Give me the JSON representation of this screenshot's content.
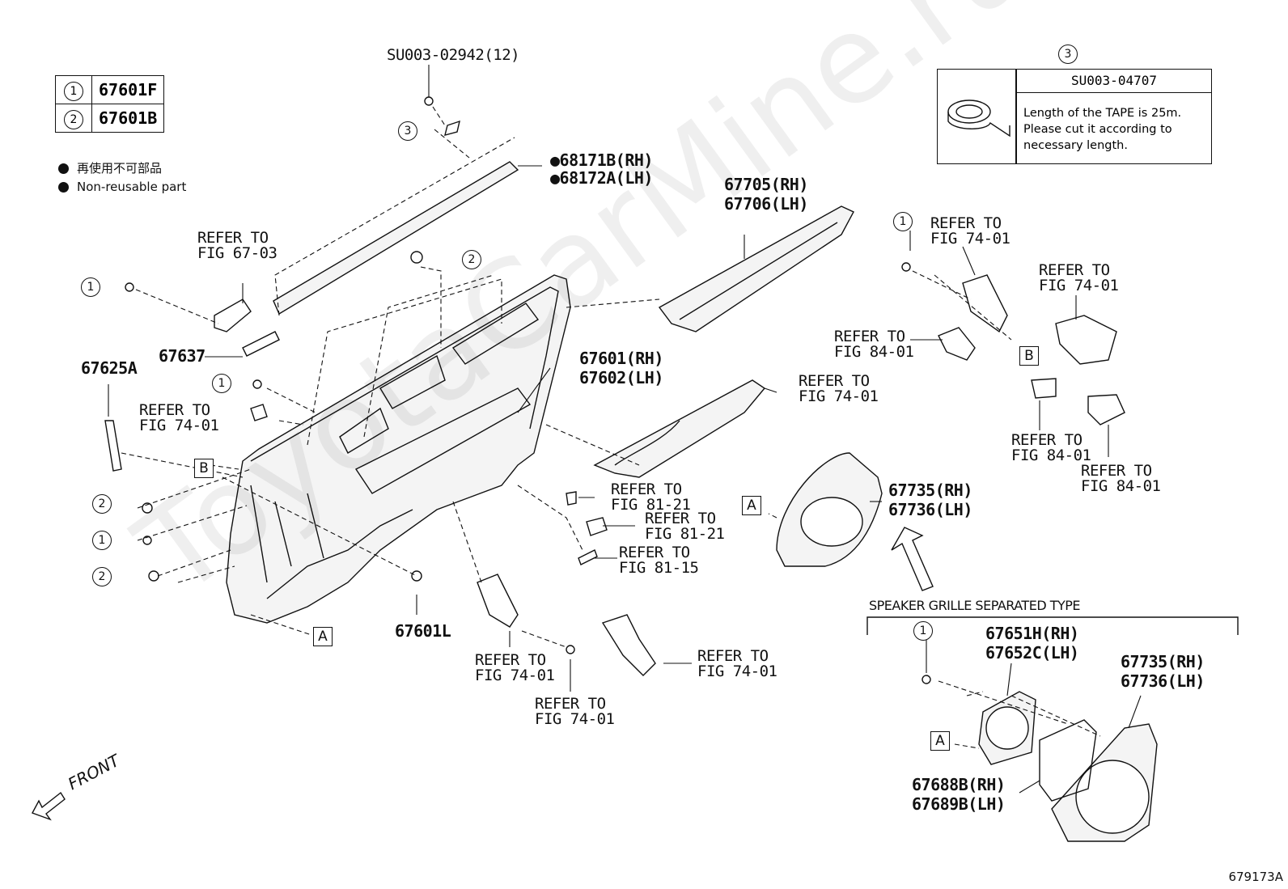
{
  "figure_id": "679173A",
  "watermark": "ToyotaCarMine.ru",
  "legend_table": [
    {
      "mark": "1",
      "part": "67601F"
    },
    {
      "mark": "2",
      "part": "67601B"
    }
  ],
  "notes": {
    "jp": "再使用不可部品",
    "en": "Non-reusable part"
  },
  "tape": {
    "mark": "3",
    "part": "SU003-04707",
    "desc_lines": [
      "Length of the TAPE is 25m.",
      "Please cut it according to",
      "necessary length."
    ]
  },
  "front_label": "FRONT",
  "speaker_section_title": "SPEAKER GRILLE SEPARATED TYPE",
  "labels": {
    "su003_02942": "SU003-02942(12)",
    "p68171b": "●68171B(RH)",
    "p68172a": "●68172A(LH)",
    "p67705": "67705(RH)",
    "p67706": "67706(LH)",
    "p67601rh": "67601(RH)",
    "p67602lh": "67602(LH)",
    "p67637": "67637",
    "p67625a": "67625A",
    "p67601l": "67601L",
    "p67735a": "67735(RH)",
    "p67736a": "67736(LH)",
    "p67651h": "67651H(RH)",
    "p67652c": "67652C(LH)",
    "p67735b": "67735(RH)",
    "p67736b": "67736(LH)",
    "p67688b": "67688B(RH)",
    "p67689b": "67689B(LH)",
    "refer": "REFER TO",
    "fig6703": "FIG 67-03",
    "fig7401": "FIG 74-01",
    "fig8401": "FIG 84-01",
    "fig8121": "FIG 81-21",
    "fig8115": "FIG 81-15"
  },
  "markers": {
    "one": "1",
    "two": "2",
    "three": "3",
    "A": "A",
    "B": "B"
  }
}
